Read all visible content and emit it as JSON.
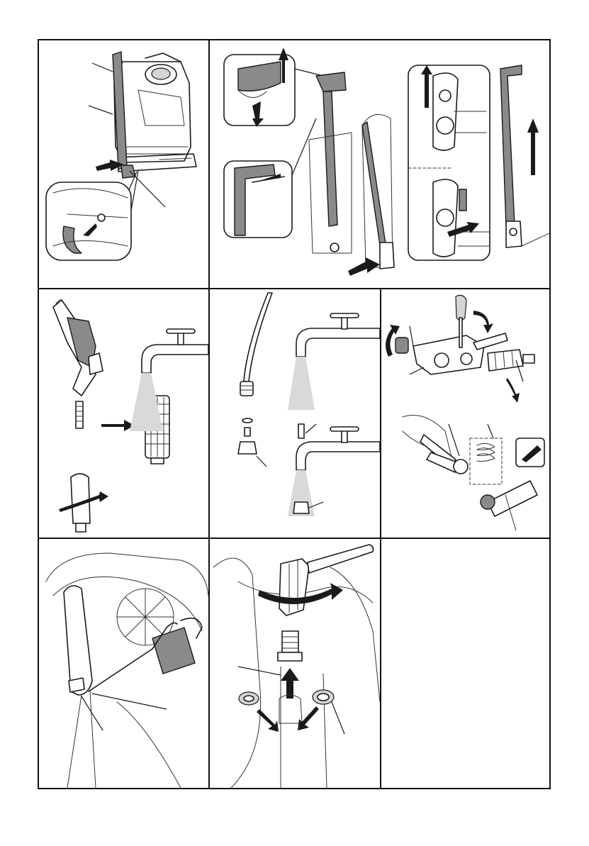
{
  "page": {
    "background": "#ffffff",
    "ink_color": "#1a1a1a",
    "accent_grey": "#8a8a8a"
  },
  "panels": [
    {
      "id": "panel-1",
      "content": "sprayer-backpack-handle-removal-illustration",
      "icons": [
        "sprayer-tank-icon",
        "removal-arrow-icon",
        "magnifier-inset-icon"
      ]
    },
    {
      "id": "panel-2",
      "content": "handle-bracket-disassembly-illustration",
      "icons": [
        "up-arrow-icon",
        "down-arrow-icon",
        "pin-icon",
        "bracket-icon"
      ]
    },
    {
      "id": "panel-3",
      "content": "spray-gun-filter-cleaning-illustration",
      "icons": [
        "spray-gun-icon",
        "faucet-icon",
        "filter-icon",
        "rotate-arrow-icon"
      ]
    },
    {
      "id": "panel-4",
      "content": "lance-nozzle-cleaning-illustration",
      "icons": [
        "lance-icon",
        "faucet-icon",
        "nozzle-icon"
      ]
    },
    {
      "id": "panel-5",
      "content": "nozzle-disassembly-with-pliers-illustration",
      "icons": [
        "nozzle-cap-icon",
        "screwdriver-icon",
        "pliers-icon",
        "spring-icon",
        "grease-tube-icon"
      ]
    },
    {
      "id": "panel-6",
      "content": "pump-lever-lubrication-illustration",
      "icons": [
        "oil-can-icon",
        "pump-lever-icon"
      ]
    },
    {
      "id": "panel-7",
      "content": "valve-wrench-replacement-illustration",
      "icons": [
        "wrench-icon",
        "valve-icon",
        "o-ring-icon",
        "rotate-arrow-icon"
      ]
    },
    {
      "id": "panel-8",
      "content": "empty-panel"
    }
  ]
}
